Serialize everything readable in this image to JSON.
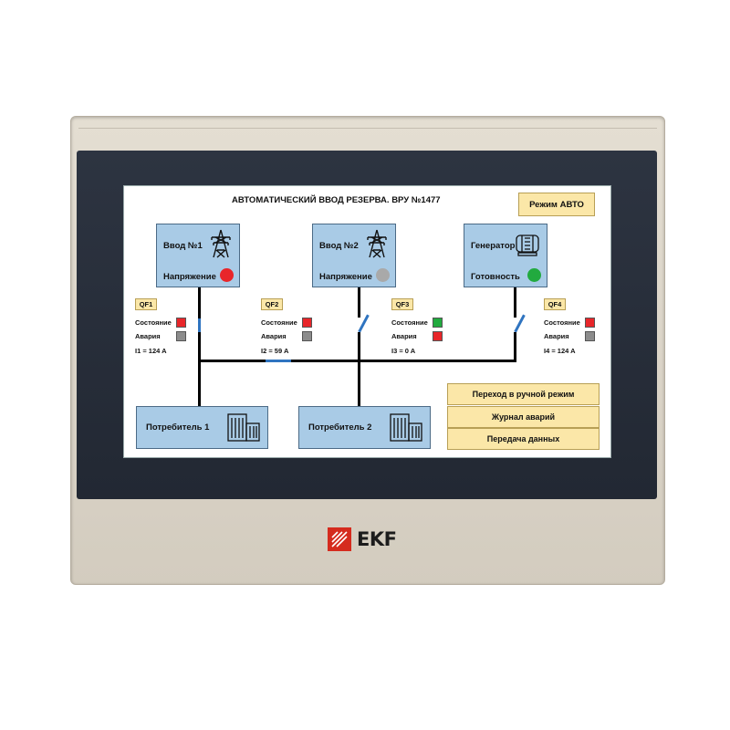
{
  "hmi": {
    "title": "АВТОМАТИЧЕСКИЙ ВВОД РЕЗЕРВА. ВРУ №1477",
    "mode_label": "Режим АВТО",
    "sources": [
      {
        "name": "Ввод №1",
        "status_label": "Напряжение",
        "lamp_color": "#e8262a",
        "icon": "power-pylon-icon"
      },
      {
        "name": "Ввод №2",
        "status_label": "Напряжение",
        "lamp_color": "#a9a9a9",
        "icon": "power-pylon-icon"
      },
      {
        "name": "Генератор",
        "status_label": "Готовность",
        "lamp_color": "#22aa3f",
        "icon": "generator-icon"
      }
    ],
    "breakers": [
      {
        "tag": "QF1",
        "state_label": "Состояние",
        "state_color": "#e8262a",
        "alarm_label": "Авария",
        "alarm_color": "#8c8c8c",
        "current": "I1 = 124 A"
      },
      {
        "tag": "QF2",
        "state_label": "Состояние",
        "state_color": "#e8262a",
        "alarm_label": "Авария",
        "alarm_color": "#8c8c8c",
        "current": "I2 = 59 A"
      },
      {
        "tag": "QF3",
        "state_label": "Состояние",
        "state_color": "#22aa3f",
        "alarm_label": "Авария",
        "alarm_color": "#e8262a",
        "current": "I3 = 0 A"
      },
      {
        "tag": "QF4",
        "state_label": "Состояние",
        "state_color": "#e8262a",
        "alarm_label": "Авария",
        "alarm_color": "#8c8c8c",
        "current": "I4 = 124 A"
      }
    ],
    "loads": [
      {
        "name": "Потребитель 1",
        "icon": "building-icon"
      },
      {
        "name": "Потребитель 2",
        "icon": "building-icon"
      }
    ],
    "buttons": {
      "manual": "Переход в ручной режим",
      "alarm_log": "Журнал аварий",
      "data_transfer": "Передача данных"
    }
  },
  "brand": {
    "name": "EKF",
    "color": "#d52b1e"
  }
}
